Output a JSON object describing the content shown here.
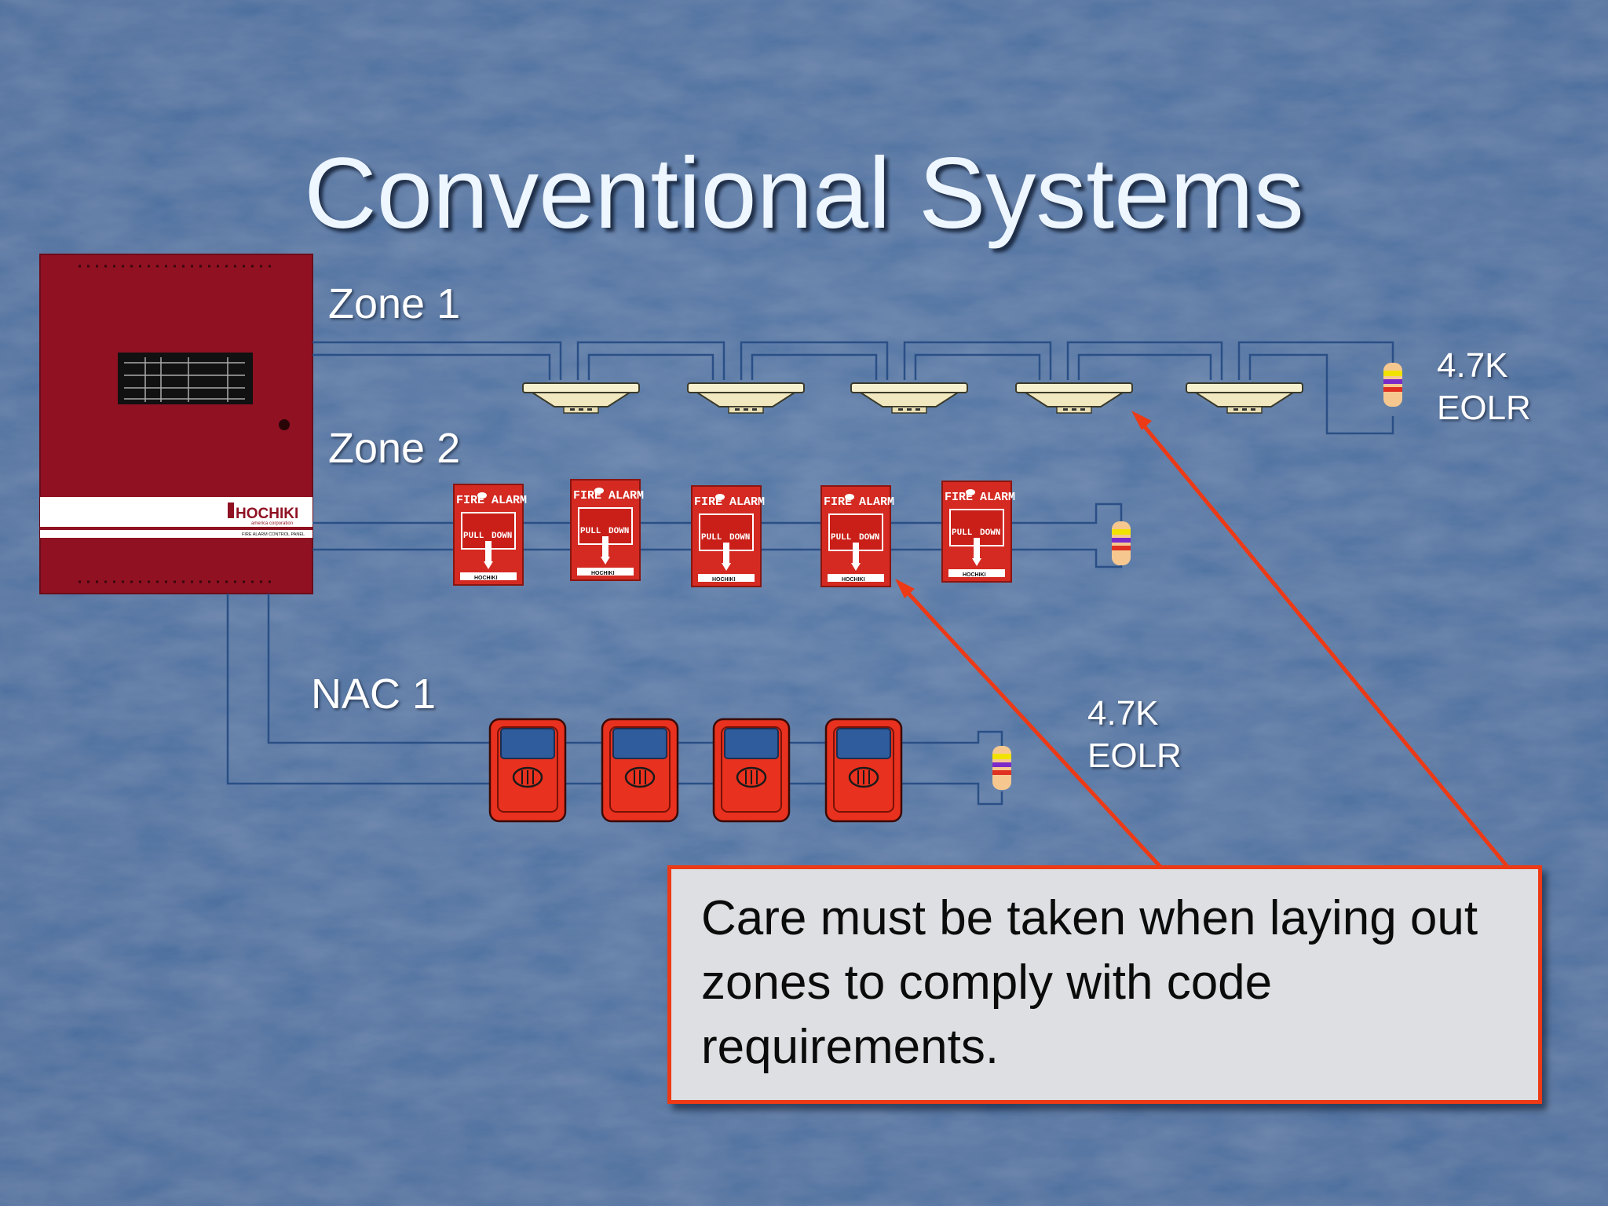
{
  "slide": {
    "title": "Conventional Systems",
    "zone1_label": "Zone 1",
    "zone2_label": "Zone 2",
    "nac_label": "NAC 1",
    "eolr_zone1": {
      "value": "4.7K",
      "unit": "EOLR"
    },
    "eolr_nac": {
      "value": "4.7K",
      "unit": "EOLR"
    },
    "callout_text": "Care must be taken when laying out zones to comply with code requirements.",
    "panel": {
      "brand": "HOCHIKI",
      "brand_sub": "america corporation",
      "panel_caption": "FIRE ALARM CONTROL PANEL"
    },
    "pull_station": {
      "top_left": "FIRE",
      "top_right": "ALARM",
      "action_left": "PULL",
      "action_right": "DOWN",
      "brand": "HOCHIKI"
    }
  },
  "colors": {
    "background": "#4f73a3",
    "panel_red": "#8f1122",
    "wire": "#2a4f86",
    "arrow": "#ec3a17",
    "callout_fill": "#dedfe2",
    "pull_red": "#d42a22",
    "horn_red": "#e8311e",
    "horn_lens": "#2f5c9c",
    "detector_fill": "#f7f0cf"
  },
  "devices": {
    "zone1_smoke_detectors": 5,
    "zone2_pull_stations": 5,
    "nac_horn_strobes": 4
  },
  "icons": [
    "smoke-detector-icon",
    "pull-station-icon",
    "horn-strobe-icon",
    "resistor-icon",
    "control-panel-icon",
    "arrow-icon"
  ]
}
